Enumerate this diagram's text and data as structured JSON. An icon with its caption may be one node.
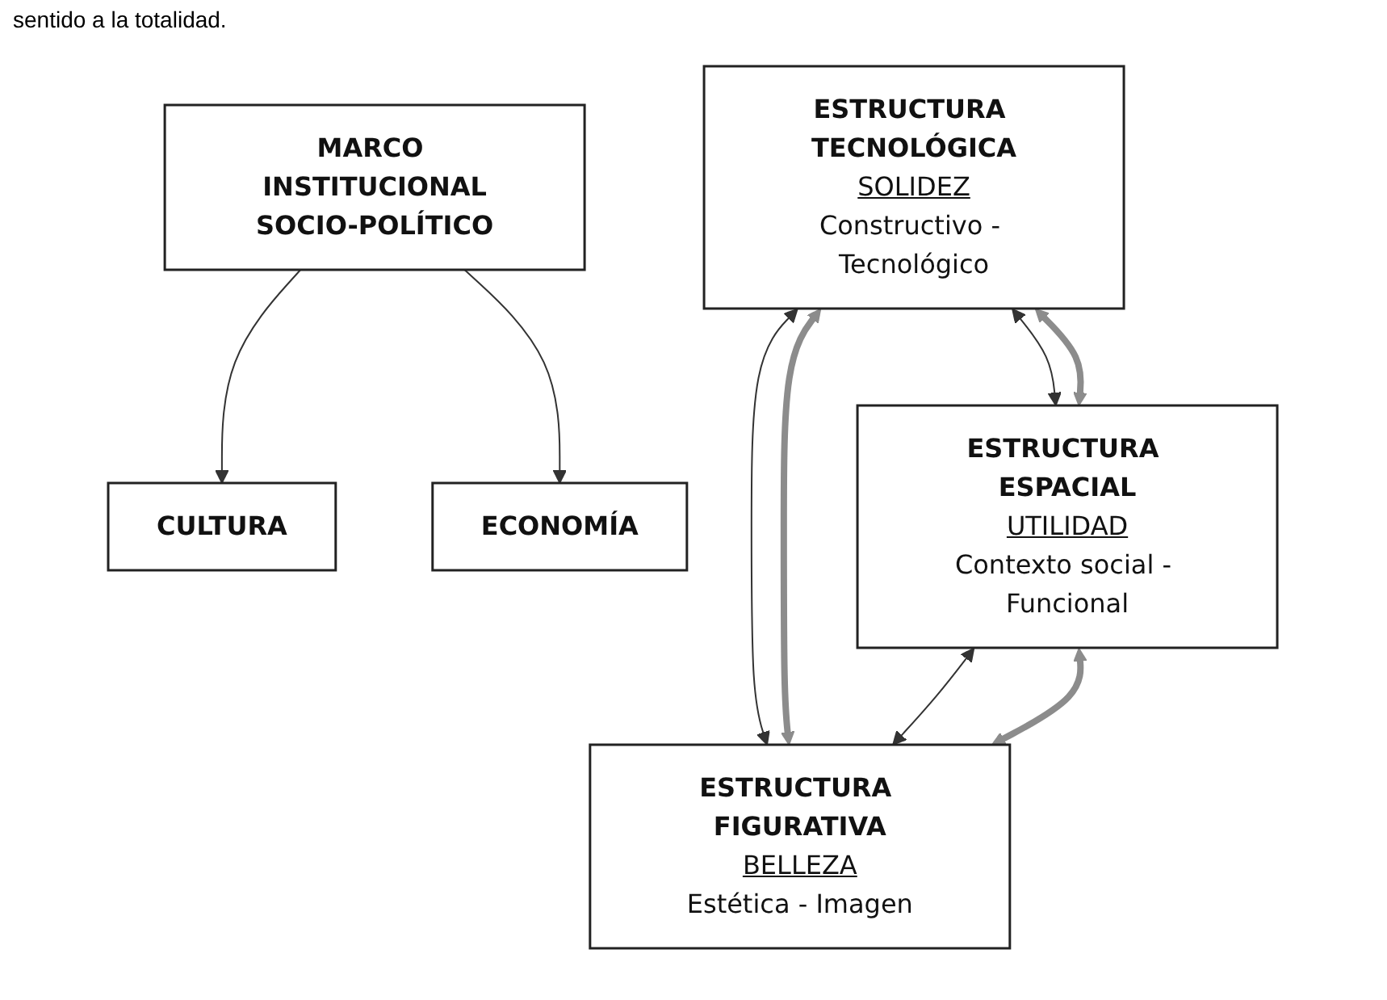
{
  "diagram": {
    "nodes": [
      {
        "text": [
          "MARCO INSTITUCIONAL",
          "SOCIO-POLÍTICO"
        ]
      },
      {
        "text": [
          "CULTURA"
        ]
      },
      {
        "text": [
          "ECONOMÍA"
        ]
      },
      {
        "text": [
          "ESTRUCTURA TECNOLÓGICA",
          "SOLIDEZ",
          "Constructivo - Tecnológico"
        ]
      },
      {
        "text": [
          "ESTRUCTURA ESPACIAL",
          "UTILIDAD",
          "Contexto social - Funcional"
        ]
      },
      {
        "text": [
          "ESTRUCTURA FIGURATIVA",
          "BELLEZA",
          "Estética - Imagen"
        ]
      }
    ],
    "edges": [
      {
        "from": 0,
        "to": 1,
        "arrow": "to"
      },
      {
        "from": 0,
        "to": 2,
        "arrow": "to"
      },
      {
        "from": 3,
        "to": 4,
        "arrow": "both"
      },
      {
        "from": 3,
        "to": 4,
        "arrow": "both",
        "style": "thick",
        "color": "#8c8c8c"
      },
      {
        "from": 3,
        "to": 5,
        "arrow": "both"
      },
      {
        "from": 3,
        "to": 5,
        "arrow": "both",
        "style": "thick",
        "color": "#8c8c8c"
      },
      {
        "from": 4,
        "to": 5,
        "arrow": "both"
      },
      {
        "from": 4,
        "to": 5,
        "arrow": "both",
        "style": "thick",
        "color": "#8c8c8c"
      }
    ],
    "labels": [
      "sentido a la totalidad."
    ]
  }
}
